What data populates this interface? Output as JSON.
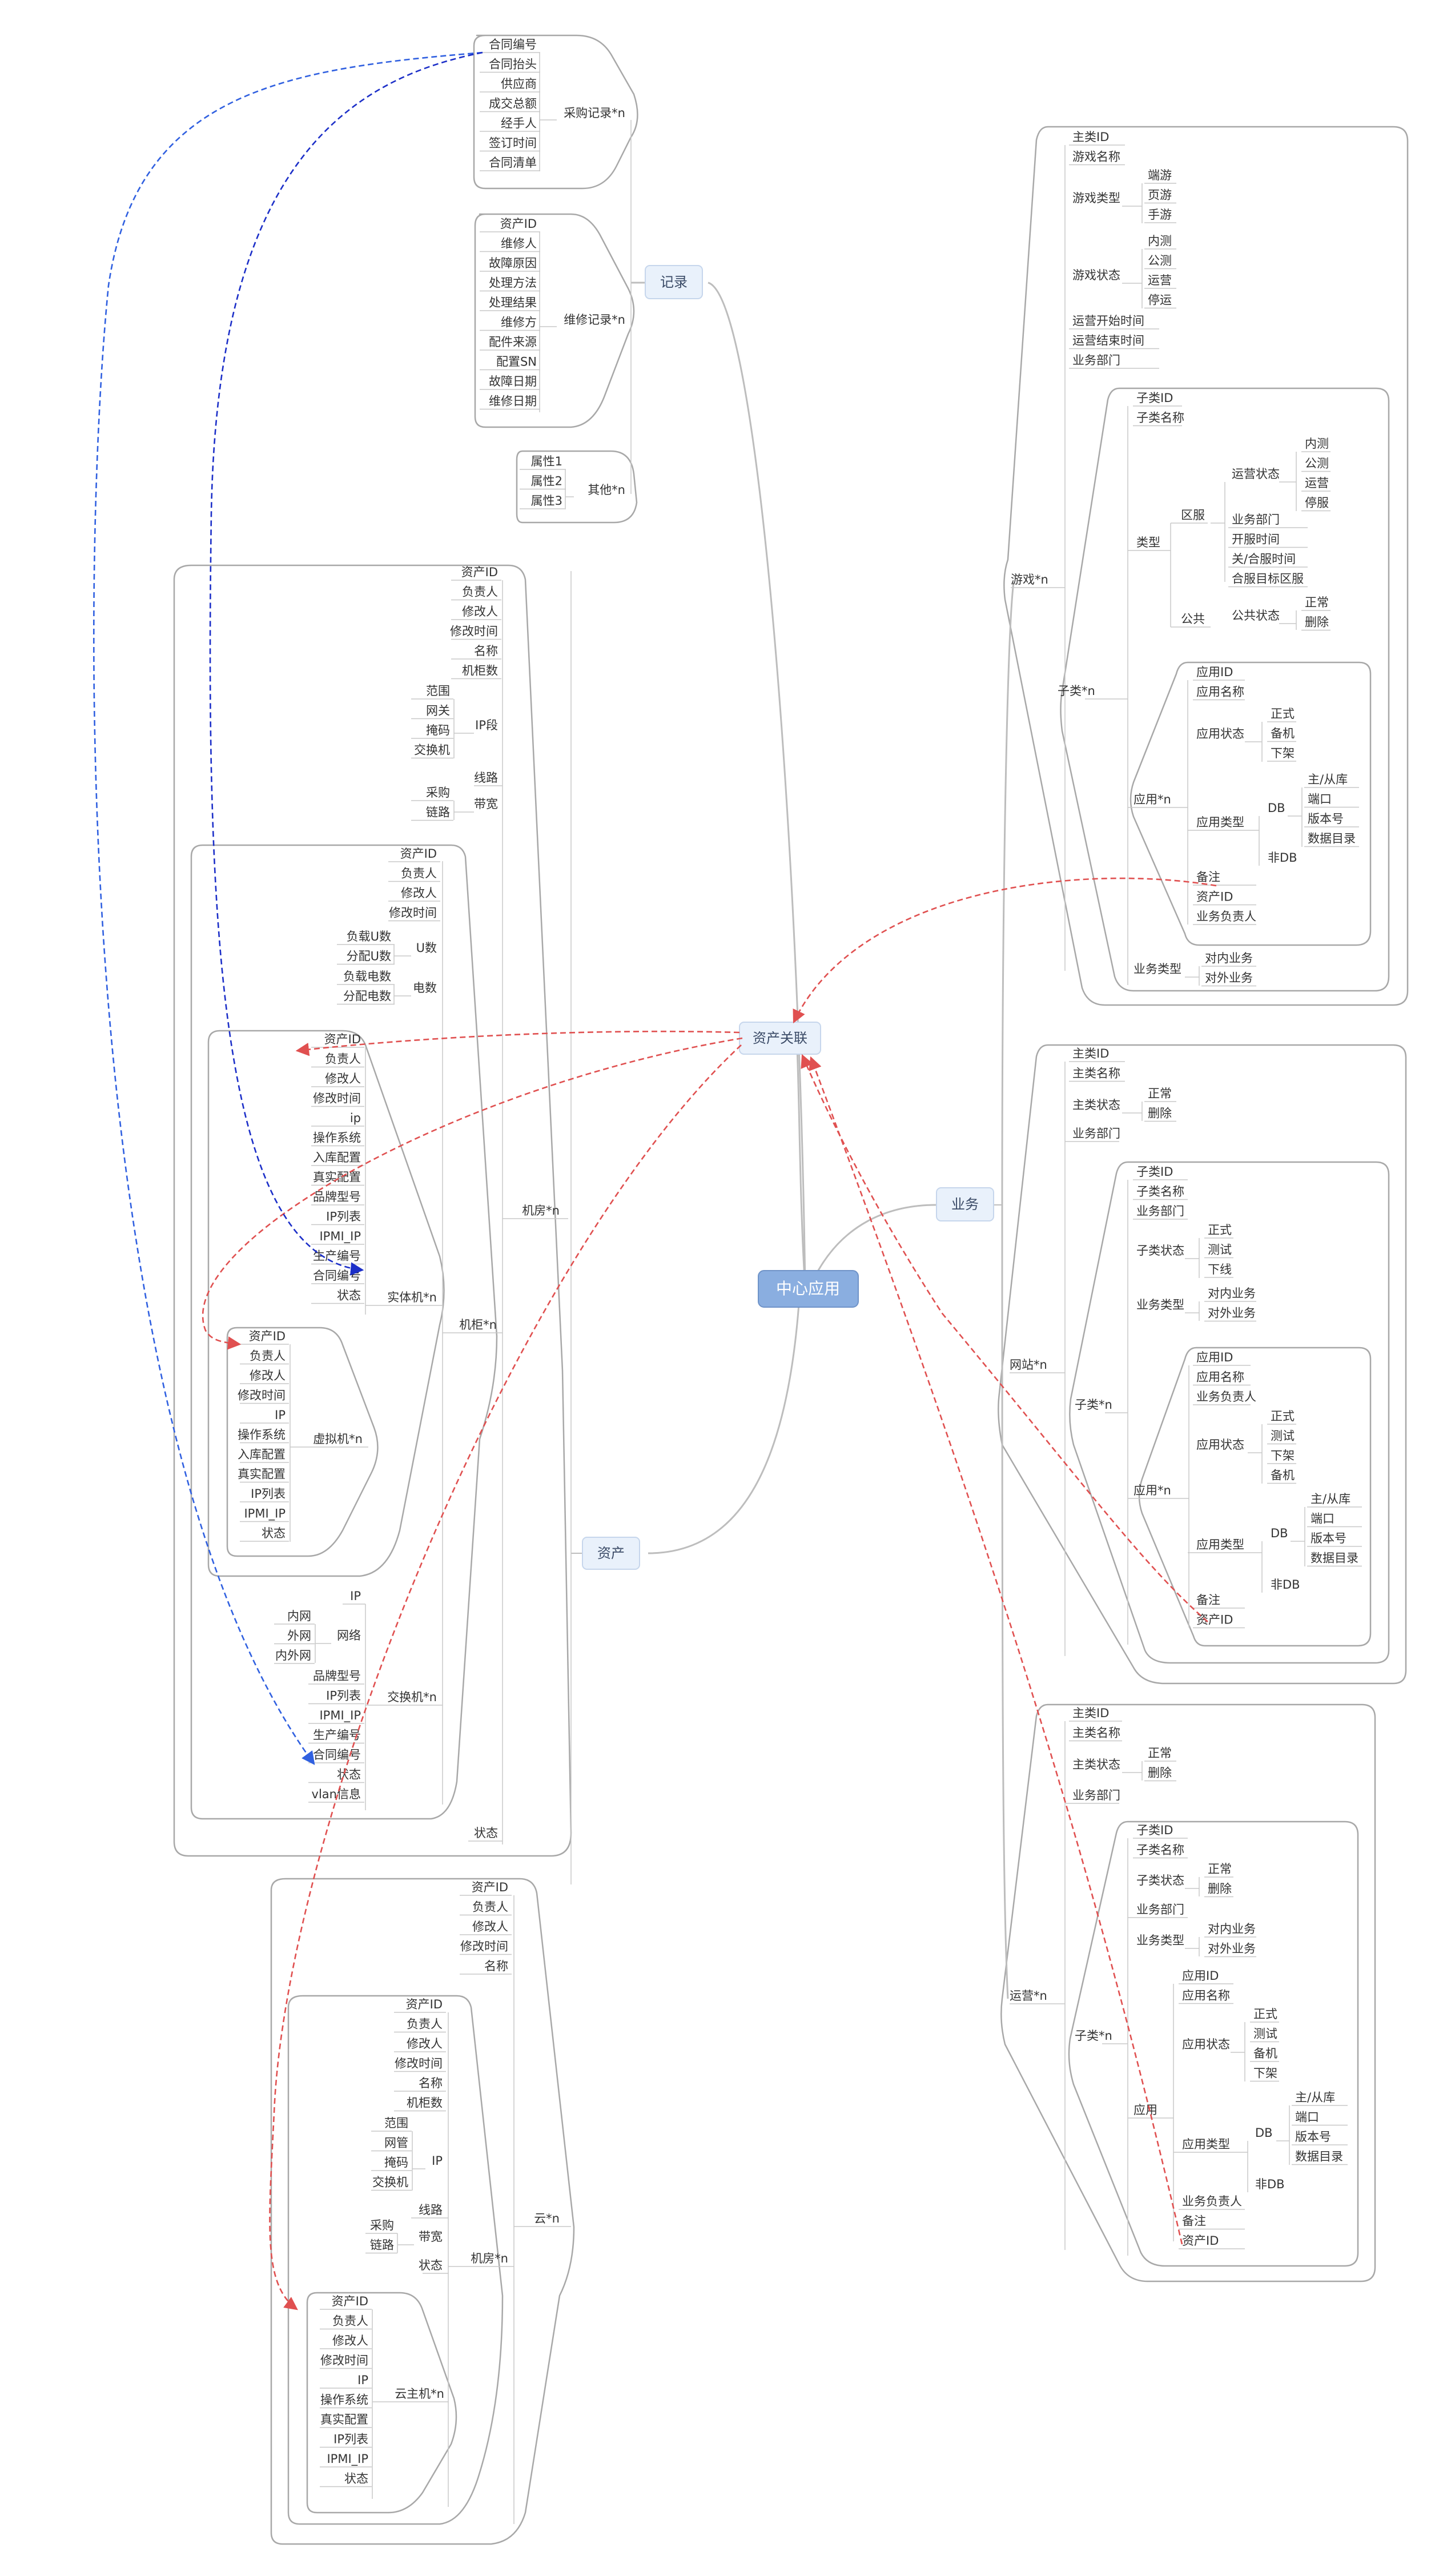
{
  "colors": {
    "background": "#ffffff",
    "center_fill": "#8aaee0",
    "center_text": "#ffffff",
    "topic_fill": "#e9f1fb",
    "topic_stroke": "#c6d6ec",
    "branch_line": "#c8c8c8",
    "outline": "#a8a8a8",
    "rel_red": "#e05050",
    "rel_blue": "#3060e0",
    "rel_darkblue": "#1c2fc8"
  },
  "center": {
    "label": "中心应用"
  },
  "topics": {
    "record": "记录",
    "asset": "资产",
    "business": "业务",
    "relation": "资产关联"
  },
  "record": {
    "purchase": {
      "label": "采购记录*n",
      "fields": [
        "合同编号",
        "合同抬头",
        "供应商",
        "成交总额",
        "经手人",
        "签订时间",
        "合同清单"
      ]
    },
    "repair": {
      "label": "维修记录*n",
      "fields": [
        "资产ID",
        "维修人",
        "故障原因",
        "处理方法",
        "处理结果",
        "维修方",
        "配件来源",
        "配置SN",
        "故障日期",
        "维修日期"
      ]
    },
    "other": {
      "label": "其他*n",
      "fields": [
        "属性1",
        "属性2",
        "属性3"
      ]
    }
  },
  "asset": {
    "room": {
      "label": "机房*n",
      "fields": [
        "资产ID",
        "负责人",
        "修改人",
        "修改时间",
        "名称",
        "机柜数"
      ],
      "ipseg": {
        "label": "IP段",
        "items": [
          "范围",
          "网关",
          "掩码",
          "交换机"
        ]
      },
      "line": "线路",
      "bandwidth": {
        "label": "带宽",
        "items": [
          "采购",
          "链路"
        ]
      },
      "status": "状态",
      "cabinet": {
        "label": "机柜*n",
        "fields": [
          "资产ID",
          "负责人",
          "修改人",
          "修改时间"
        ],
        "u": {
          "label": "U数",
          "items": [
            "负载U数",
            "分配U数"
          ]
        },
        "power": {
          "label": "电数",
          "items": [
            "负载电数",
            "分配电数"
          ]
        },
        "physical": {
          "label": "实体机*n",
          "fields": [
            "资产ID",
            "负责人",
            "修改人",
            "修改时间",
            "ip",
            "操作系统",
            "入库配置",
            "真实配置",
            "品牌型号",
            "IP列表",
            "IPMI_IP",
            "生产编号",
            "合同编号",
            "状态"
          ]
        },
        "vm": {
          "label": "虚拟机*n",
          "fields": [
            "资产ID",
            "负责人",
            "修改人",
            "修改时间",
            "IP",
            "操作系统",
            "入库配置",
            "真实配置",
            "IP列表",
            "IPMI_IP",
            "状态"
          ]
        },
        "switch": {
          "label": "交换机*n",
          "ip": "IP",
          "network": {
            "label": "网络",
            "items": [
              "内网",
              "外网",
              "内外网"
            ]
          },
          "fields": [
            "品牌型号",
            "IP列表",
            "IPMI_IP",
            "生产编号",
            "合同编号",
            "状态",
            "vlan信息"
          ]
        }
      }
    },
    "cloud": {
      "label": "云*n",
      "fields": [
        "资产ID",
        "负责人",
        "修改人",
        "修改时间",
        "名称"
      ],
      "room": {
        "label": "机房*n",
        "fields": [
          "资产ID",
          "负责人",
          "修改人",
          "修改时间",
          "名称",
          "机柜数"
        ],
        "ip": {
          "label": "IP",
          "items": [
            "范围",
            "网管",
            "掩码",
            "交换机"
          ]
        },
        "line": "线路",
        "bandwidth": {
          "label": "带宽",
          "items": [
            "采购",
            "链路"
          ]
        },
        "status": "状态"
      },
      "host": {
        "label": "云主机*n",
        "fields": [
          "资产ID",
          "负责人",
          "修改人",
          "修改时间",
          "IP",
          "操作系统",
          "真实配置",
          "IP列表",
          "IPMI_IP",
          "状态"
        ]
      }
    }
  },
  "game": {
    "label": "游戏*n",
    "fields": [
      "主类ID",
      "游戏名称"
    ],
    "type": {
      "label": "游戏类型",
      "items": [
        "端游",
        "页游",
        "手游"
      ]
    },
    "state": {
      "label": "游戏状态",
      "items": [
        "内测",
        "公测",
        "运营",
        "停运"
      ]
    },
    "fields2": [
      "运营开始时间",
      "运营结束时间",
      "业务部门"
    ],
    "sub": {
      "label": "子类*n",
      "fields": [
        "子类ID",
        "子类名称"
      ],
      "kind": "类型",
      "zone": "区服",
      "zone_state": {
        "label": "运营状态",
        "items": [
          "内测",
          "公测",
          "运营",
          "停服"
        ]
      },
      "zone_fields": [
        "业务部门",
        "开服时间",
        "关/合服时间",
        "合服目标区服"
      ],
      "public": "公共",
      "public_state": {
        "label": "公共状态",
        "items": [
          "正常",
          "删除"
        ]
      },
      "app": {
        "label": "应用*n",
        "fields": [
          "应用ID",
          "应用名称"
        ],
        "state": {
          "label": "应用状态",
          "items": [
            "正式",
            "备机",
            "下架"
          ]
        },
        "type": "应用类型",
        "db": {
          "label": "DB",
          "items": [
            "主/从库",
            "端口",
            "版本号",
            "数据目录"
          ]
        },
        "nondb": "非DB",
        "tail": [
          "备注",
          "资产ID",
          "业务负责人"
        ]
      },
      "biz": {
        "label": "业务类型",
        "items": [
          "对内业务",
          "对外业务"
        ]
      }
    }
  },
  "site": {
    "label": "网站*n",
    "fields": [
      "主类ID",
      "主类名称"
    ],
    "state": {
      "label": "主类状态",
      "items": [
        "正常",
        "删除"
      ]
    },
    "dept": "业务部门",
    "sub": {
      "label": "子类*n",
      "fields": [
        "子类ID",
        "子类名称",
        "业务部门"
      ],
      "state": {
        "label": "子类状态",
        "items": [
          "正式",
          "测试",
          "下线"
        ]
      },
      "biz": {
        "label": "业务类型",
        "items": [
          "对内业务",
          "对外业务"
        ]
      },
      "app": {
        "label": "应用*n",
        "fields": [
          "应用ID",
          "应用名称",
          "业务负责人"
        ],
        "state": {
          "label": "应用状态",
          "items": [
            "正式",
            "测试",
            "下架",
            "备机"
          ]
        },
        "type": "应用类型",
        "db": {
          "label": "DB",
          "items": [
            "主/从库",
            "端口",
            "版本号",
            "数据目录"
          ]
        },
        "nondb": "非DB",
        "tail": [
          "备注",
          "资产ID"
        ]
      }
    }
  },
  "ops": {
    "label": "运营*n",
    "fields": [
      "主类ID",
      "主类名称"
    ],
    "state": {
      "label": "主类状态",
      "items": [
        "正常",
        "删除"
      ]
    },
    "dept": "业务部门",
    "sub": {
      "label": "子类*n",
      "fields": [
        "子类ID",
        "子类名称"
      ],
      "state": {
        "label": "子类状态",
        "items": [
          "正常",
          "删除"
        ]
      },
      "dept": "业务部门",
      "biz": {
        "label": "业务类型",
        "items": [
          "对内业务",
          "对外业务"
        ]
      },
      "app": {
        "label": "应用",
        "fields": [
          "应用ID",
          "应用名称"
        ],
        "state": {
          "label": "应用状态",
          "items": [
            "正式",
            "测试",
            "备机",
            "下架"
          ]
        },
        "type": "应用类型",
        "db": {
          "label": "DB",
          "items": [
            "主/从库",
            "端口",
            "版本号",
            "数据目录"
          ]
        },
        "nondb": "非DB",
        "tail": [
          "业务负责人",
          "备注",
          "资产ID"
        ]
      }
    }
  }
}
